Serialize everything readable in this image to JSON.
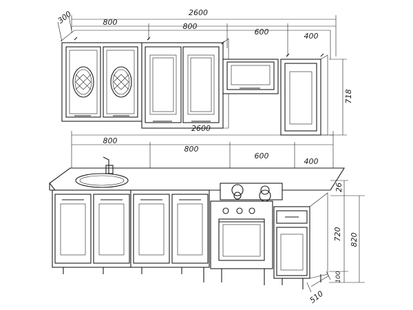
{
  "upper_dims": {
    "depth": "300",
    "total": "2600",
    "segments": [
      "800",
      "800",
      "600",
      "400"
    ],
    "height": "718"
  },
  "lower_dims": {
    "total": "2600",
    "segments": [
      "800",
      "800",
      "600",
      "400"
    ],
    "top_thickness": "26",
    "cabinet_height": "720",
    "overall_height": "820",
    "leg_height": "100",
    "depth": "510"
  },
  "colors": {
    "line": "#1a1a1a",
    "background": "#ffffff"
  },
  "icons": [
    "sink-icon",
    "faucet-icon",
    "gas-burner-icon",
    "oven-icon"
  ]
}
